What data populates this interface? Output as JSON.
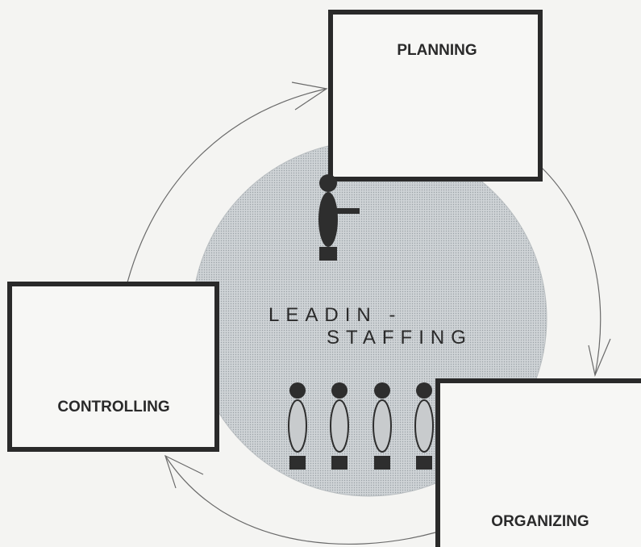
{
  "boxes": {
    "planning": "PLANNING",
    "organizing": "ORGANIZING",
    "controlling": "CONTROLLING"
  },
  "center": {
    "line1": "LEADIN -",
    "line2": "STAFFING"
  },
  "colors": {
    "background": "#f4f4f2",
    "box_stroke": "#2a2a2a",
    "circle_fill": "#c4c9cc",
    "figure_dark": "#2e2e2e",
    "figure_light": "#c8cbcd",
    "arrow": "#6a6a6a"
  }
}
